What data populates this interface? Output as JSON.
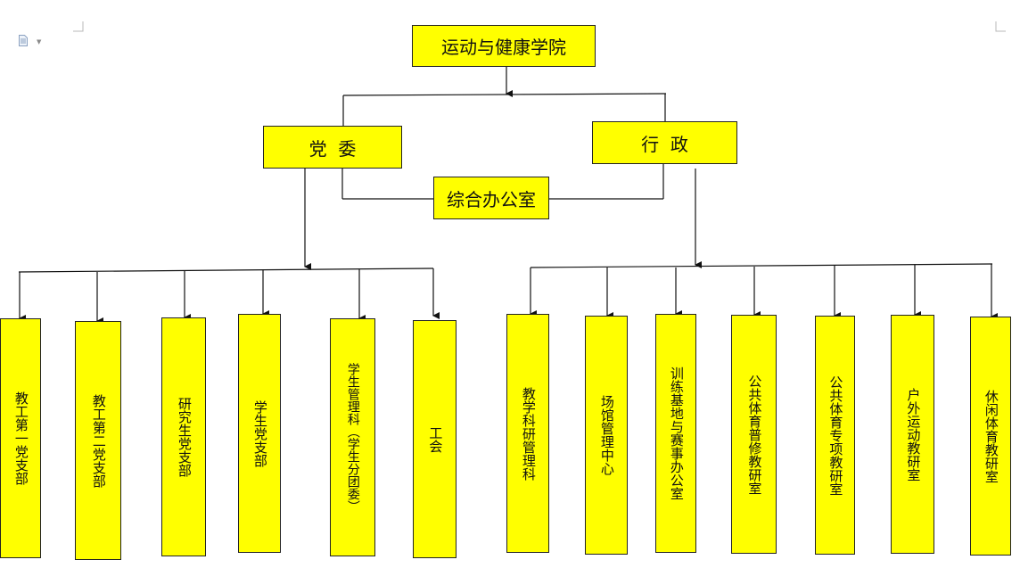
{
  "doc": {
    "icon": "document-icon"
  },
  "org": {
    "root": "运动与健康学院",
    "party": "党  委",
    "admin": "行  政",
    "office": "综合办公室",
    "party_units": [
      "教工第一党支部",
      "教工第二党支部",
      "研究生党支部",
      "学生党支部",
      "学生管理科（学生分团委）",
      "工会"
    ],
    "admin_units": [
      "教学科研管理科",
      "场馆管理中心",
      "训练基地与赛事办公室",
      "公共体育普修教研室",
      "公共体育专项教研室",
      "户外运动教研室",
      "休闲体育教研室"
    ]
  }
}
